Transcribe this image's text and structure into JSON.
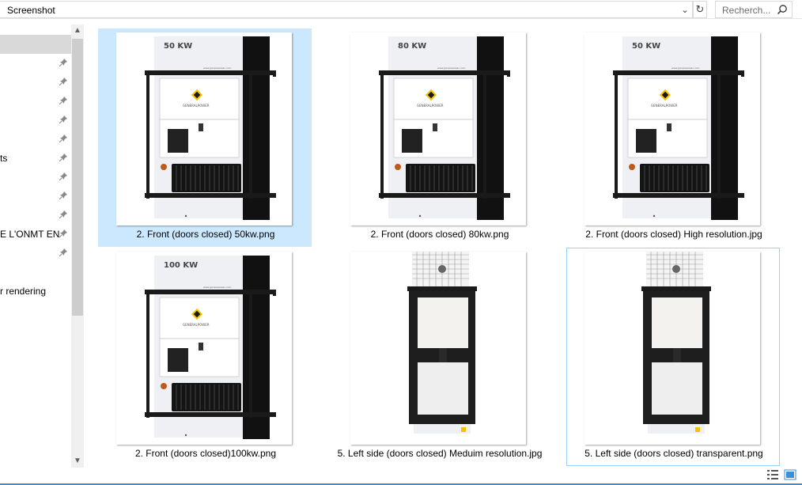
{
  "address": {
    "path": "Screenshot"
  },
  "search": {
    "placeholder": "Recherch..."
  },
  "nav": {
    "items": [
      {
        "label": ""
      },
      {
        "label": ""
      },
      {
        "label": ""
      },
      {
        "label": ""
      },
      {
        "label": ""
      },
      {
        "label": ""
      },
      {
        "label": "ts"
      },
      {
        "label": ""
      },
      {
        "label": ""
      },
      {
        "label": ""
      },
      {
        "label": "E L'ONMT EN"
      },
      {
        "label": ""
      },
      {
        "label": ""
      },
      {
        "label": "r rendering"
      }
    ]
  },
  "files": [
    {
      "name": "2. Front (doors closed) 50kw.png",
      "kind": "front",
      "kw": "50 KW",
      "state": "selected"
    },
    {
      "name": "2. Front (doors closed) 80kw.png",
      "kind": "front",
      "kw": "80 KW",
      "state": "normal"
    },
    {
      "name": "2. Front (doors closed) High resolution.jpg",
      "kind": "front",
      "kw": "50 KW",
      "state": "normal"
    },
    {
      "name": "2. Front (doors closed)100kw.png",
      "kind": "front",
      "kw": "100 KW",
      "state": "normal"
    },
    {
      "name": "5. Left side (doors closed) Meduim resolution.jpg",
      "kind": "side",
      "kw": "",
      "state": "normal"
    },
    {
      "name": "5. Left side (doors closed) transparent.png",
      "kind": "side",
      "kw": "",
      "state": "focused"
    }
  ],
  "colors": {
    "selection": "#cce8ff",
    "focus_border": "#99d1ff",
    "accent": "#3c8ed6"
  }
}
